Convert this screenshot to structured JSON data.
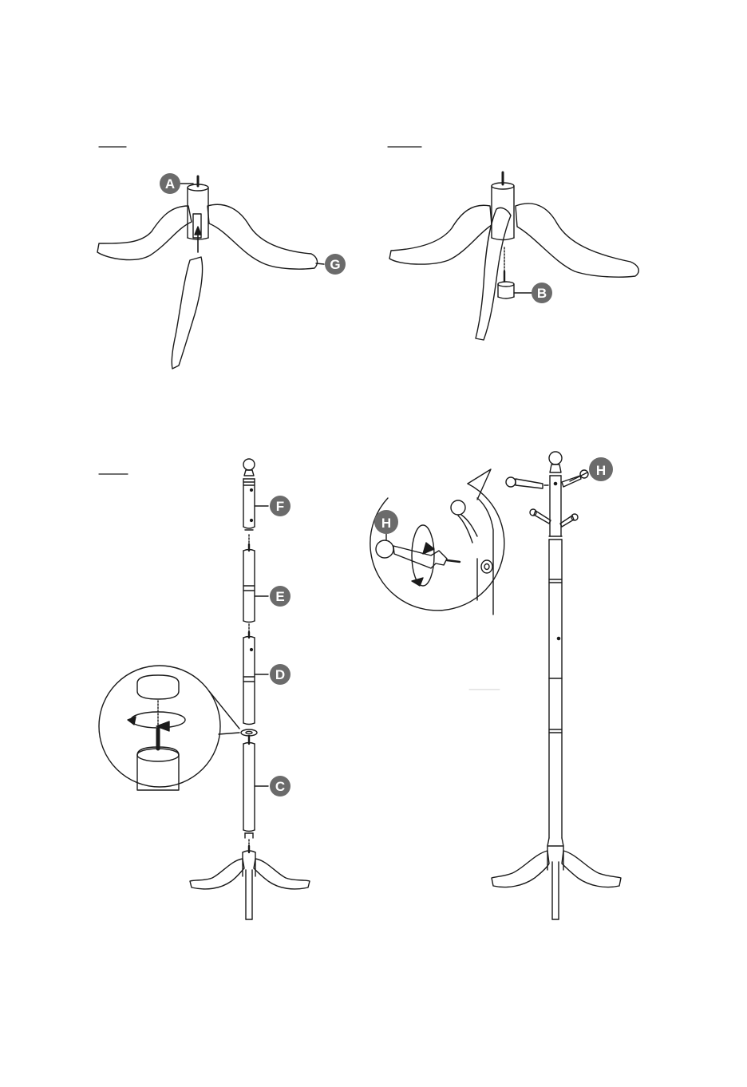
{
  "steps": [
    {
      "id": "step-1-underline",
      "label": ""
    },
    {
      "id": "step-2-underline",
      "label": ""
    },
    {
      "id": "step-3-underline",
      "label": ""
    }
  ],
  "part_labels": {
    "a": "A",
    "b": "B",
    "c": "C",
    "d": "D",
    "e": "E",
    "f": "F",
    "g": "G",
    "h_detail": "H",
    "h_assembly": "H"
  },
  "colors": {
    "line": "#1a1a1a",
    "badge": "#6b6b6b",
    "badge_text": "#ffffff",
    "background": "#ffffff"
  }
}
